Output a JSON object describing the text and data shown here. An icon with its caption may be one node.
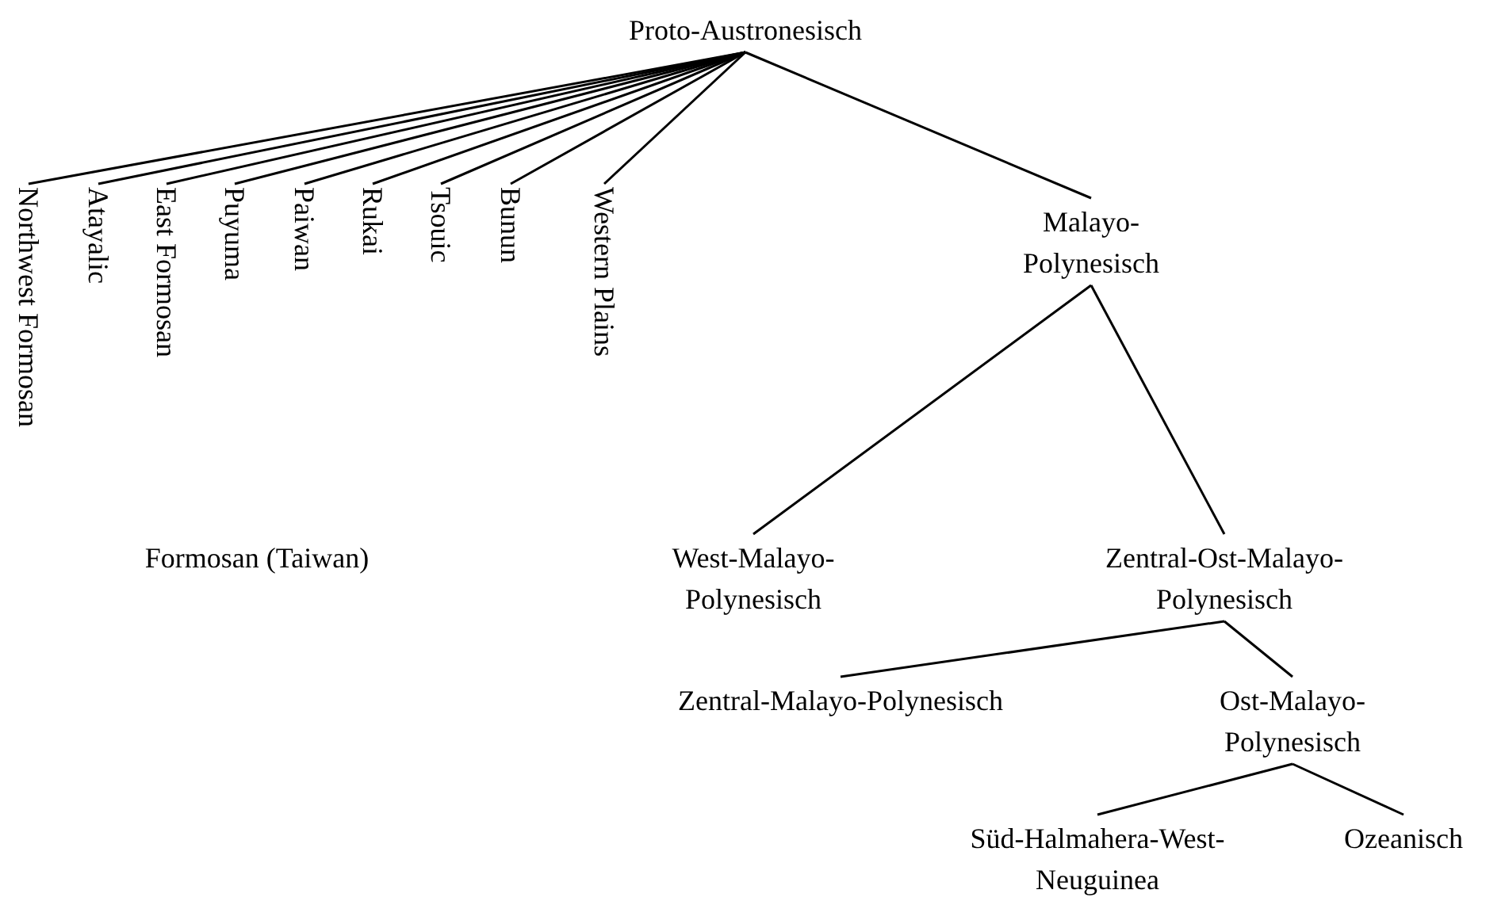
{
  "diagram": {
    "nodes": [
      {
        "text": [
          "Proto-Austronesisch"
        ]
      },
      {
        "text": [
          "Northwest Formosan"
        ]
      },
      {
        "text": [
          "Atayalic"
        ]
      },
      {
        "text": [
          "East Formosan"
        ]
      },
      {
        "text": [
          "Puyuma"
        ]
      },
      {
        "text": [
          "Paiwan"
        ]
      },
      {
        "text": [
          "Rukai"
        ]
      },
      {
        "text": [
          "Tsouic"
        ]
      },
      {
        "text": [
          "Bunun"
        ]
      },
      {
        "text": [
          "Western Plains"
        ]
      },
      {
        "text": [
          "Malayo-Polynesisch"
        ]
      },
      {
        "text": [
          "West-Malayo-Polynesisch"
        ]
      },
      {
        "text": [
          "Zentral-Ost-Malayo-Polynesisch"
        ]
      },
      {
        "text": [
          "Zentral-Malayo-Polynesisch"
        ]
      },
      {
        "text": [
          "Ost-Malayo-Polynesisch"
        ]
      },
      {
        "text": [
          "Süd-Halmahera-West-Neuguinea"
        ]
      },
      {
        "text": [
          "Ozeanisch"
        ]
      }
    ],
    "edges": [
      {
        "from": 0,
        "to": 1,
        "arrow": "none"
      },
      {
        "from": 0,
        "to": 2,
        "arrow": "none"
      },
      {
        "from": 0,
        "to": 3,
        "arrow": "none"
      },
      {
        "from": 0,
        "to": 4,
        "arrow": "none"
      },
      {
        "from": 0,
        "to": 5,
        "arrow": "none"
      },
      {
        "from": 0,
        "to": 6,
        "arrow": "none"
      },
      {
        "from": 0,
        "to": 7,
        "arrow": "none"
      },
      {
        "from": 0,
        "to": 8,
        "arrow": "none"
      },
      {
        "from": 0,
        "to": 9,
        "arrow": "none"
      },
      {
        "from": 0,
        "to": 10,
        "arrow": "none"
      },
      {
        "from": 10,
        "to": 11,
        "arrow": "none"
      },
      {
        "from": 10,
        "to": 12,
        "arrow": "none"
      },
      {
        "from": 12,
        "to": 13,
        "arrow": "none"
      },
      {
        "from": 12,
        "to": 14,
        "arrow": "none"
      },
      {
        "from": 14,
        "to": 15,
        "arrow": "none"
      },
      {
        "from": 14,
        "to": 16,
        "arrow": "none"
      }
    ],
    "labels": [
      "Formosan (Taiwan)"
    ]
  }
}
